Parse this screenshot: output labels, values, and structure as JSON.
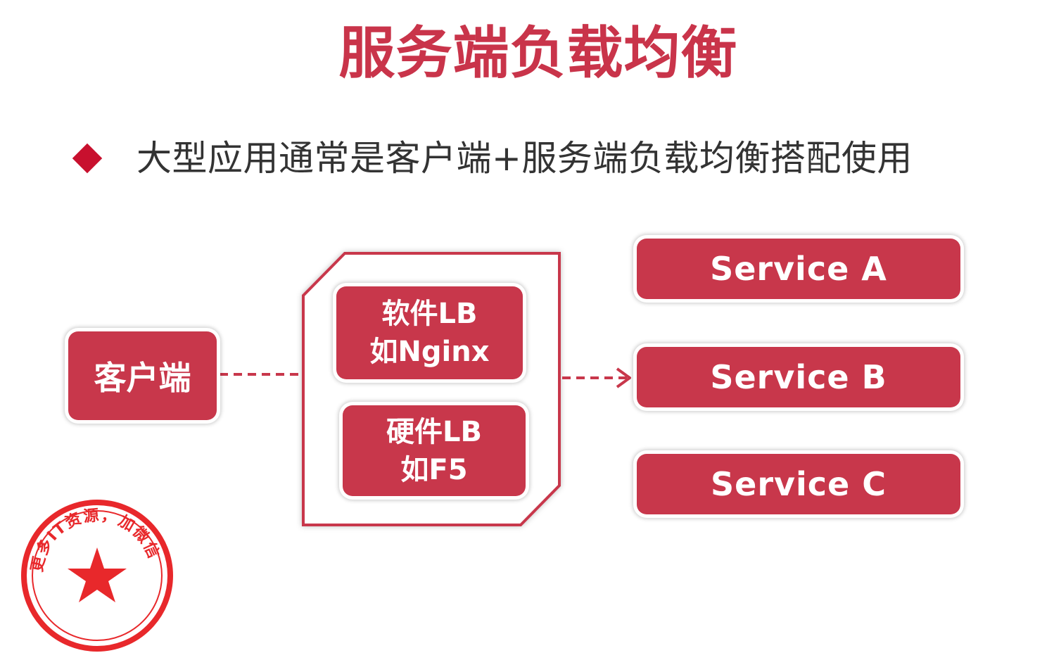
{
  "slide": {
    "title": "服务端负载均衡",
    "bullet": "大型应用通常是客户端+服务端负载均衡搭配使用"
  },
  "diagram": {
    "client": "客户端",
    "load_balancers": [
      {
        "line1": "软件LB",
        "line2": "如Nginx"
      },
      {
        "line1": "硬件LB",
        "line2": "如F5"
      }
    ],
    "services": [
      "Service A",
      "Service B",
      "Service C"
    ]
  },
  "watermark": {
    "text": "更多IT资源，加微信"
  },
  "colors": {
    "title": "#c9344a",
    "box_fill": "#c8374b",
    "bullet": "#c8102e",
    "stamp": "#e8282b"
  }
}
